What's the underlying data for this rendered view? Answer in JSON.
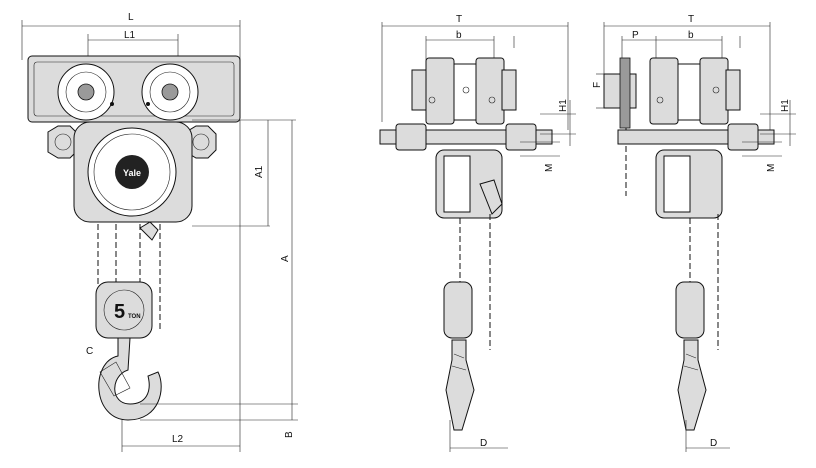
{
  "views": {
    "front": {
      "labels": {
        "L": "L",
        "L1": "L1",
        "A1": "A1",
        "A": "A",
        "L2": "L2",
        "B": "B",
        "C": "C"
      },
      "brand": "Yale",
      "capacity_number": "5",
      "capacity_unit": "TON"
    },
    "side": {
      "labels": {
        "T": "T",
        "b": "b",
        "H1": "H1",
        "M": "M",
        "D": "D"
      }
    },
    "side_geared": {
      "labels": {
        "T": "T",
        "P": "P",
        "b": "b",
        "F": "F",
        "H1": "H1",
        "M": "M",
        "D": "D"
      }
    }
  }
}
